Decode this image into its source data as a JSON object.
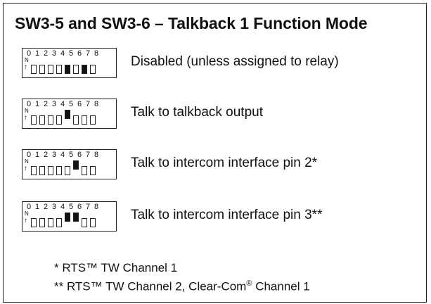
{
  "title": "SW3-5 and SW3-6 – Talkback 1 Function Mode",
  "dip_numbers": [
    "0",
    "1",
    "2",
    "3",
    "4",
    "5",
    "6",
    "7",
    "8"
  ],
  "dip_label_n": "N",
  "rows": [
    {
      "label": "Disabled (unless assigned to relay)",
      "switches": [
        0,
        0,
        0,
        0,
        1,
        0,
        1,
        0
      ],
      "raised": [
        0,
        0,
        0,
        0,
        0,
        0,
        0,
        0
      ]
    },
    {
      "label": "Talk to talkback output",
      "switches": [
        0,
        0,
        0,
        0,
        1,
        0,
        0,
        0
      ],
      "raised": [
        0,
        0,
        0,
        0,
        1,
        0,
        0,
        0
      ]
    },
    {
      "label": "Talk to intercom interface pin 2*",
      "switches": [
        0,
        0,
        0,
        0,
        0,
        1,
        0,
        0
      ],
      "raised": [
        0,
        0,
        0,
        0,
        0,
        1,
        0,
        0
      ]
    },
    {
      "label": "Talk to intercom interface pin 3**",
      "switches": [
        0,
        0,
        0,
        0,
        1,
        1,
        0,
        0
      ],
      "raised": [
        0,
        0,
        0,
        0,
        1,
        1,
        0,
        0
      ]
    }
  ],
  "notes": {
    "note1": "* RTS™ TW Channel 1",
    "note2_prefix": "** RTS™ TW Channel 2, Clear-Com",
    "note2_reg": "®",
    "note2_suffix": " Channel 1"
  }
}
